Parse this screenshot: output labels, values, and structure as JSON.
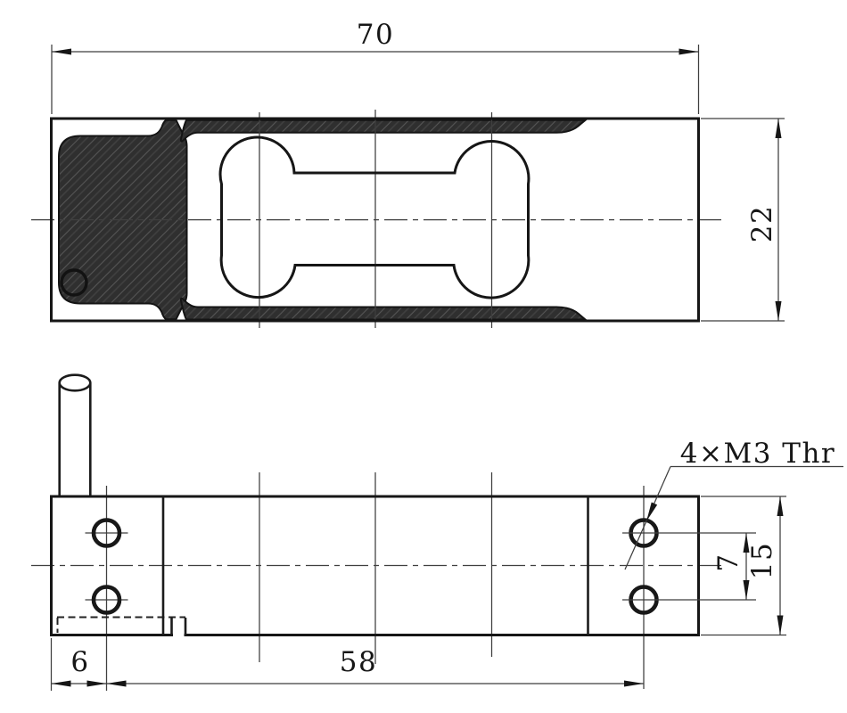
{
  "drawing": {
    "background": "#ffffff",
    "ink": "#1a1a1a",
    "hatch_fill": "#2f2f2f",
    "thin_line": "#3f3f3f"
  },
  "top_view": {
    "length_label": "70",
    "width_label": "22"
  },
  "front_view": {
    "thread_callout": "4×M3 Thr",
    "edge_to_hole_label": "6",
    "hole_span_label": "58",
    "hole_pitch_label": "7",
    "height_label": "15"
  }
}
